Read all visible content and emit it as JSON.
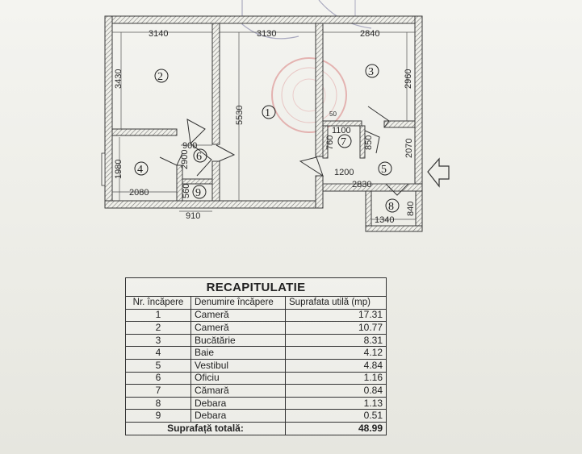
{
  "plan": {
    "dimensions": {
      "d3140": "3140",
      "d3130": "3130",
      "d2840": "2840",
      "d3430": "3430",
      "d5530": "5530",
      "d2960": "2960",
      "d1980": "1980",
      "d2080": "2080",
      "d900": "900",
      "d2900": "2900",
      "d560": "560",
      "d910": "910",
      "d1100": "1100",
      "d760": "760",
      "d850": "850",
      "d1200": "1200",
      "d2070": "2070",
      "d2830": "2830",
      "d1340": "1340",
      "d840": "840",
      "d50": "50"
    },
    "rooms": {
      "r1": "1",
      "r2": "2",
      "r3": "3",
      "r4": "4",
      "r5": "5",
      "r6": "6",
      "r7": "7",
      "r8": "8",
      "r9": "9"
    }
  },
  "recap": {
    "title": "RECAPITULATIE",
    "headers": {
      "nr": "Nr. încăpere",
      "name": "Denumire încăpere",
      "area": "Suprafata utilă (mp)"
    },
    "rows": [
      {
        "nr": "1",
        "name": "Cameră",
        "area": "17.31"
      },
      {
        "nr": "2",
        "name": "Cameră",
        "area": "10.77"
      },
      {
        "nr": "3",
        "name": "Bucătărie",
        "area": "8.31"
      },
      {
        "nr": "4",
        "name": "Baie",
        "area": "4.12"
      },
      {
        "nr": "5",
        "name": "Vestibul",
        "area": "4.84"
      },
      {
        "nr": "6",
        "name": "Oficiu",
        "area": "1.16"
      },
      {
        "nr": "7",
        "name": "Cămară",
        "area": "0.84"
      },
      {
        "nr": "8",
        "name": "Debara",
        "area": "1.13"
      },
      {
        "nr": "9",
        "name": "Debara",
        "area": "0.51"
      }
    ],
    "total_label": "Suprafață totală:",
    "total_value": "48.99"
  },
  "colors": {
    "wall": "#3a3a3a",
    "hatch": "#8a8a8a",
    "stamp_red": "#d88a8a",
    "stamp_blue": "#7a7aa0"
  }
}
